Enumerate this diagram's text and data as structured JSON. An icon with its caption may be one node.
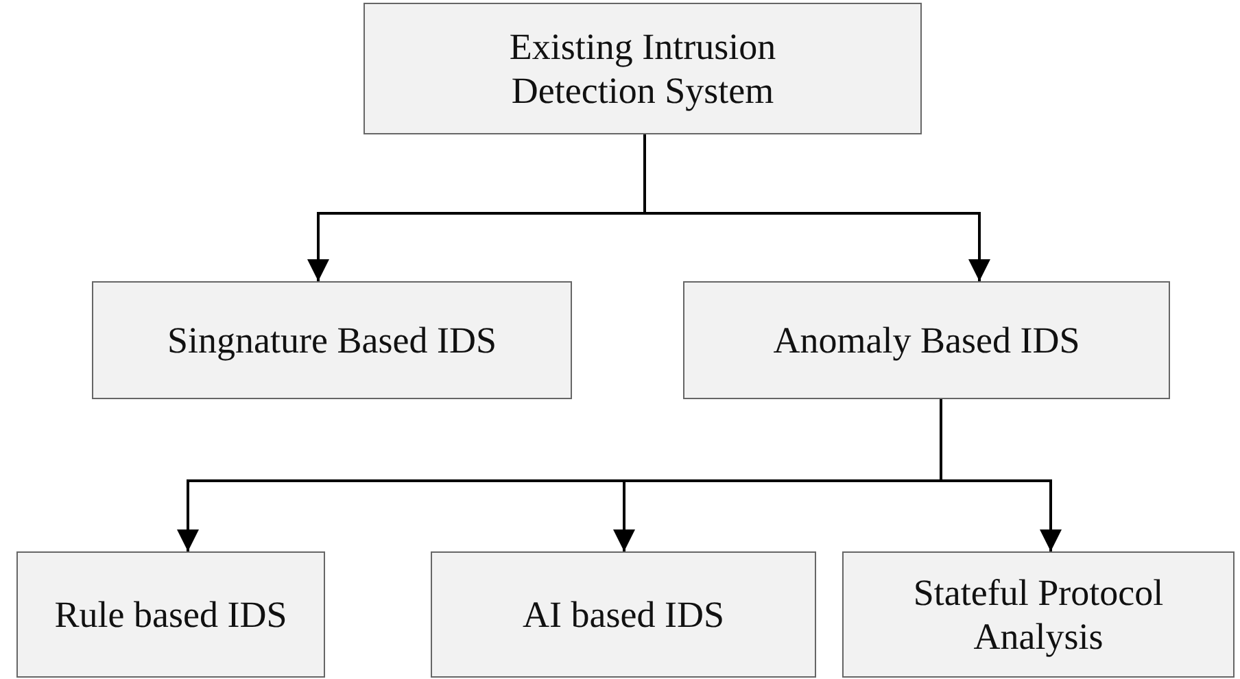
{
  "diagram": {
    "nodes": [
      {
        "text": [
          "Existing Intrusion Detection System"
        ]
      },
      {
        "text": [
          "Singnature Based IDS"
        ]
      },
      {
        "text": [
          "Anomaly Based IDS"
        ]
      },
      {
        "text": [
          "Rule based IDS"
        ]
      },
      {
        "text": [
          "AI based IDS"
        ]
      },
      {
        "text": [
          "Stateful Protocol Analysis"
        ]
      }
    ],
    "edges": [
      {
        "from": 0,
        "to": 1,
        "arrow": "to"
      },
      {
        "from": 0,
        "to": 2,
        "arrow": "to"
      },
      {
        "from": 2,
        "to": 3,
        "arrow": "to"
      },
      {
        "from": 2,
        "to": 4,
        "arrow": "to"
      },
      {
        "from": 2,
        "to": 5,
        "arrow": "to"
      }
    ]
  }
}
